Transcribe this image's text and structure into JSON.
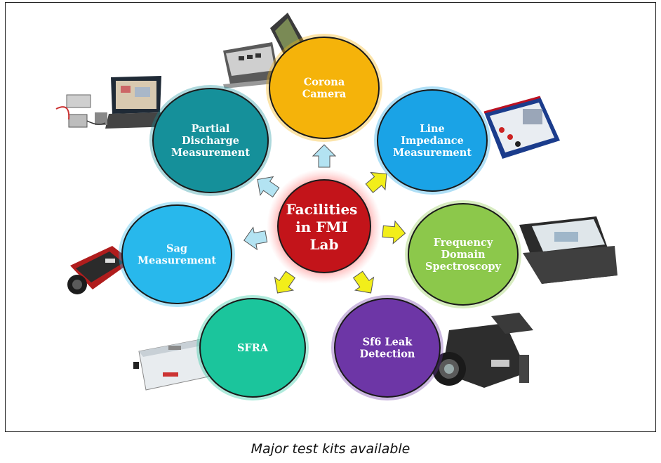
{
  "center": {
    "lines": [
      "Facilities",
      "in FMI",
      "Lab"
    ],
    "color": "#c3141a"
  },
  "nodes": [
    {
      "id": "corona-camera",
      "lines": [
        "Corona",
        "Camera"
      ],
      "color": "#f5b30a",
      "device": "corona-camera-device"
    },
    {
      "id": "line-impedance",
      "lines": [
        "Line",
        "Impedance",
        "Measurement"
      ],
      "color": "#1aa3e6",
      "device": "impedance-test-set"
    },
    {
      "id": "frequency-domain",
      "lines": [
        "Frequency",
        "Domain",
        "Spectroscopy"
      ],
      "color": "#8cc84b",
      "device": "fds-analyzer"
    },
    {
      "id": "sf6-leak",
      "lines": [
        "Sf6 Leak",
        "Detection"
      ],
      "color": "#6d36a6",
      "device": "flir-gas-camera"
    },
    {
      "id": "sfra",
      "lines": [
        "SFRA"
      ],
      "color": "#1bc59c",
      "device": "sfra-analyzer-box"
    },
    {
      "id": "sag-measurement",
      "lines": [
        "Sag",
        "Measurement"
      ],
      "color": "#28b8ec",
      "device": "laser-rangefinder"
    },
    {
      "id": "partial-discharge",
      "lines": [
        "Partial",
        "Discharge",
        "Measurement"
      ],
      "color": "#15909a",
      "device": "pd-laptop-setup"
    }
  ],
  "arrow_colors": {
    "light": "#b3e3f2",
    "yellow": "#f2ee1a"
  },
  "caption": "Major test kits available"
}
